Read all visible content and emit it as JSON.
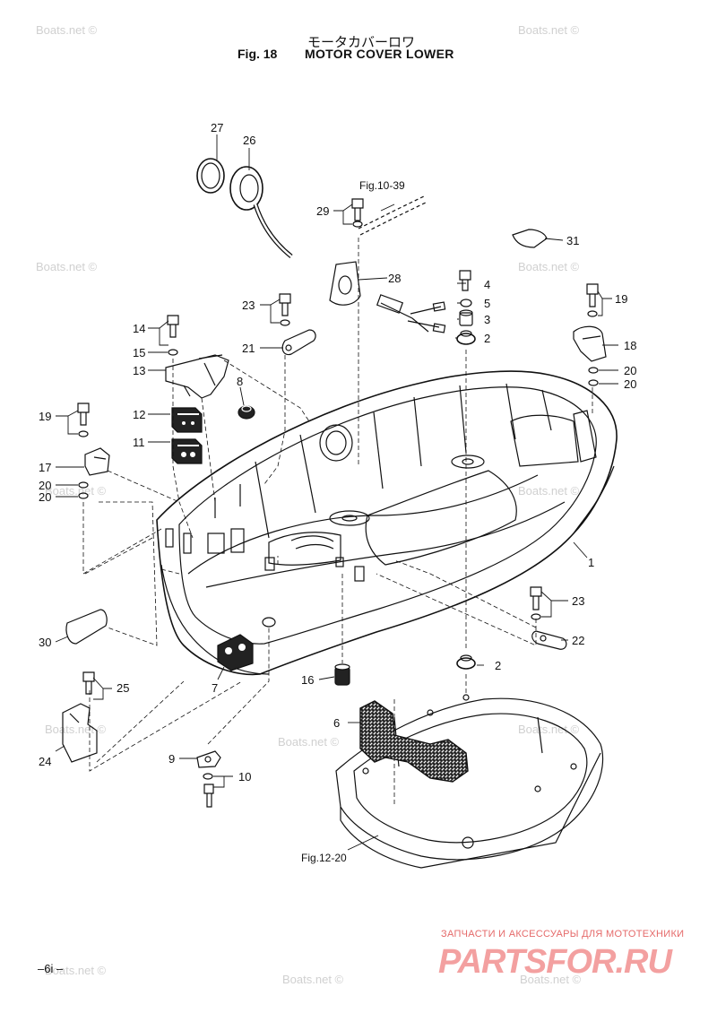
{
  "header": {
    "japanese_title": "モータカバーロワ",
    "figure_number": "Fig. 18",
    "english_title": "MOTOR COVER LOWER"
  },
  "cross_references": [
    "Fig.10-39",
    "Fig.12-20"
  ],
  "parts_callouts": [
    "1",
    "2",
    "2",
    "3",
    "4",
    "5",
    "6",
    "7",
    "8",
    "9",
    "10",
    "11",
    "12",
    "13",
    "14",
    "15",
    "16",
    "17",
    "18",
    "19",
    "19",
    "20",
    "20",
    "20",
    "20",
    "21",
    "22",
    "23",
    "23",
    "24",
    "25",
    "26",
    "27",
    "28",
    "29",
    "30",
    "31"
  ],
  "page_number": "–6i –",
  "watermark_text": "Boats.net ©",
  "footer": {
    "shop_caption": "ЗАПЧАСТИ И АКСЕССУАРЫ ДЛЯ МОТОТЕХНИКИ",
    "shop_logo": "PARTSFOR.RU"
  },
  "colors": {
    "line": "#111111",
    "watermark": "#d0d0d0",
    "logo": "#f3a0a0",
    "logo_caption": "#e56a6a"
  }
}
